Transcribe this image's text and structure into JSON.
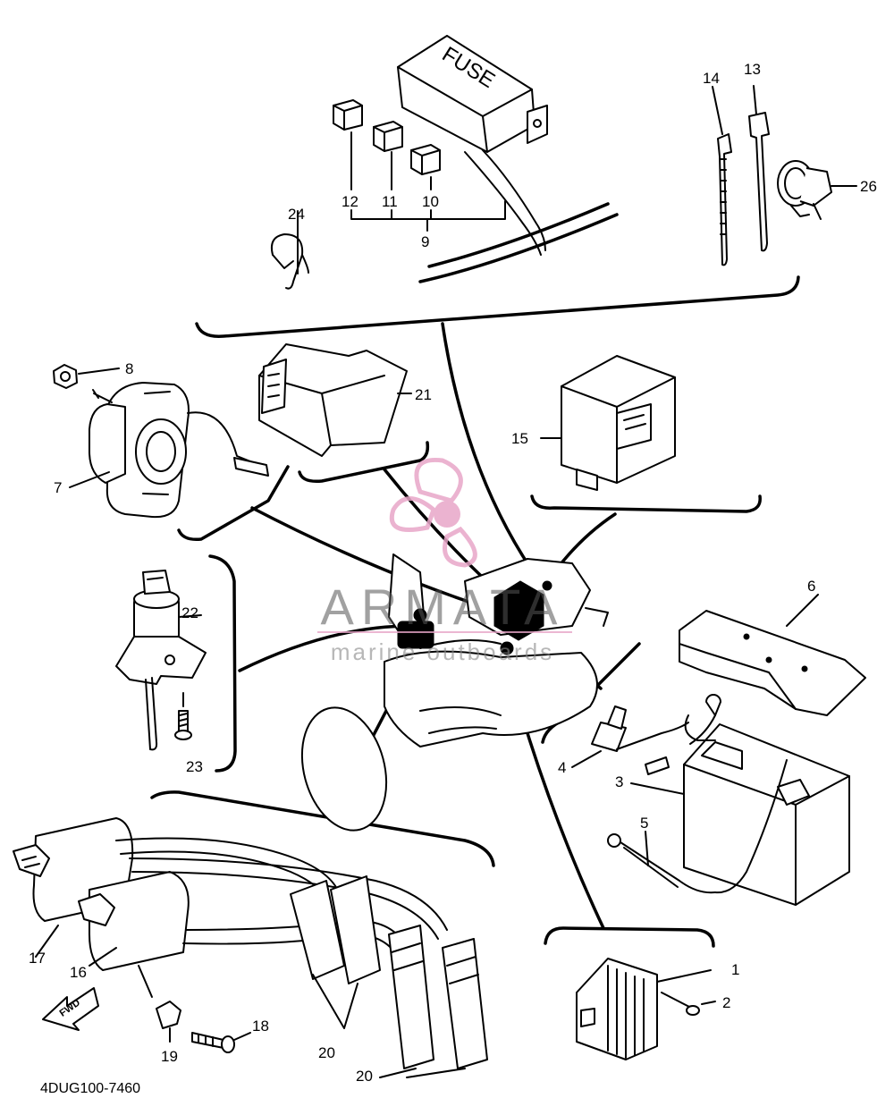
{
  "fuse_box": {
    "label": "FUSE"
  },
  "watermark": {
    "brand": "ARMATA",
    "tagline": "marine outboards",
    "color": "#e8a6c8"
  },
  "fwd_label": "FWD",
  "diagram_code": "4DUG100-7460",
  "part_numbers": {
    "p1": "1",
    "p2": "2",
    "p3": "3",
    "p4": "4",
    "p5": "5",
    "p6": "6",
    "p7": "7",
    "p8": "8",
    "p9": "9",
    "p10": "10",
    "p11": "11",
    "p12": "12",
    "p13": "13",
    "p14": "14",
    "p15": "15",
    "p16": "16",
    "p17": "17",
    "p18": "18",
    "p19": "19",
    "p20a": "20",
    "p20b": "20",
    "p21": "21",
    "p22": "22",
    "p23": "23",
    "p24": "24",
    "p26": "26"
  }
}
